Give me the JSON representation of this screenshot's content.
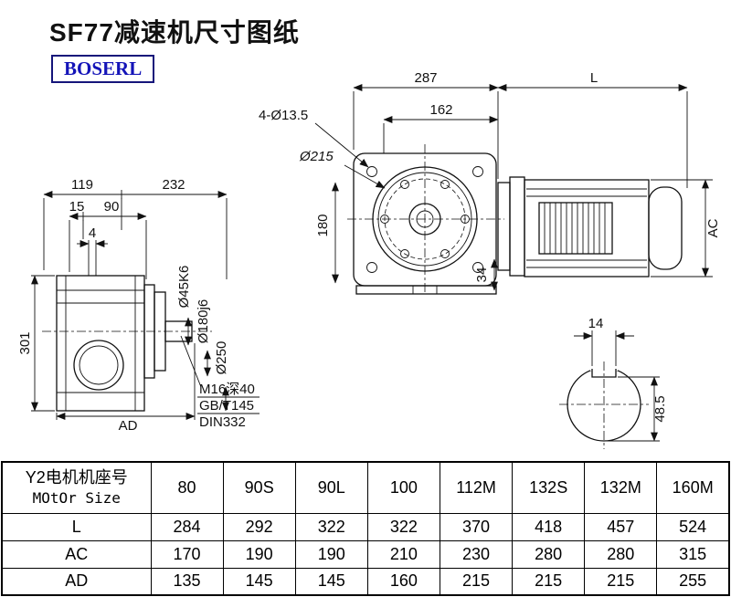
{
  "page": {
    "title": "SF77减速机尺寸图纸",
    "logo_text": "BOSERL"
  },
  "side_view": {
    "dim_width_rear": "119",
    "dim_width_front": "232",
    "dim_15": "15",
    "dim_90": "90",
    "dim_4": "4",
    "dim_height": "301",
    "dim_ad": "AD",
    "label_shaft_dia": "Ø45K6",
    "label_spigot_dia": "Ø180j6",
    "label_flange_dia": "Ø250",
    "note_tap": "M16深40",
    "note_std": "GB/T145",
    "note_din": "DIN332"
  },
  "front_view": {
    "dim_total_width": "287",
    "dim_motor_length": "L",
    "dim_162": "162",
    "label_bolt_holes": "4-Ø13.5",
    "label_pilot_dia": "Ø215",
    "dim_180": "180",
    "dim_34": "34",
    "dim_ac": "AC"
  },
  "shaft_section": {
    "dim_key_width": "14",
    "dim_key_height": "48.5"
  },
  "table": {
    "header_cn": "Y2电机机座号",
    "header_en": "MOtOr Size",
    "sizes": [
      "80",
      "90S",
      "90L",
      "100",
      "112M",
      "132S",
      "132M",
      "160M"
    ],
    "rows": [
      {
        "label": "L",
        "values": [
          "284",
          "292",
          "322",
          "322",
          "370",
          "418",
          "457",
          "524"
        ]
      },
      {
        "label": "AC",
        "values": [
          "170",
          "190",
          "190",
          "210",
          "230",
          "280",
          "280",
          "315"
        ]
      },
      {
        "label": "AD",
        "values": [
          "135",
          "145",
          "145",
          "160",
          "215",
          "215",
          "215",
          "255"
        ]
      }
    ]
  }
}
